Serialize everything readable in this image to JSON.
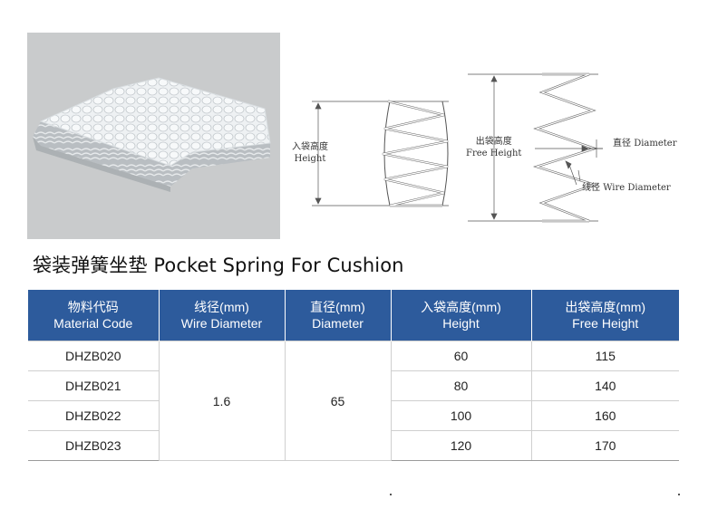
{
  "heading": "袋装弹簧坐垫 Pocket Spring For Cushion",
  "drawing": {
    "pocket_height_label_cn": "入袋高度",
    "pocket_height_label_en": "Height",
    "free_height_label_cn": "出袋高度",
    "free_height_label_en": "Free Height",
    "diameter_label_cn": "直径",
    "diameter_label_en": "Diameter",
    "wire_label_cn": "线径",
    "wire_label_en": "Wire Diameter"
  },
  "table": {
    "headers": [
      {
        "cn": "物料代码",
        "en": "Material Code"
      },
      {
        "cn": "线径(mm)",
        "en": "Wire Diameter"
      },
      {
        "cn": "直径(mm)",
        "en": "Diameter"
      },
      {
        "cn": "入袋高度(mm)",
        "en": "Height"
      },
      {
        "cn": "出袋高度(mm)",
        "en": "Free Height"
      }
    ],
    "wire_diameter": "1.6",
    "diameter": "65",
    "rows": [
      {
        "code": "DHZB020",
        "height": "60",
        "free_height": "115"
      },
      {
        "code": "DHZB021",
        "height": "80",
        "free_height": "140"
      },
      {
        "code": "DHZB022",
        "height": "100",
        "free_height": "160"
      },
      {
        "code": "DHZB023",
        "height": "120",
        "free_height": "170"
      }
    ]
  },
  "colors": {
    "header_bg": "#2d5b9c",
    "header_text": "#ffffff",
    "photo_bg": "#c9cbcc"
  },
  "icons": {
    "photo": "pocket-spring-cushion-photo",
    "drawing": "spring-technical-drawing"
  }
}
